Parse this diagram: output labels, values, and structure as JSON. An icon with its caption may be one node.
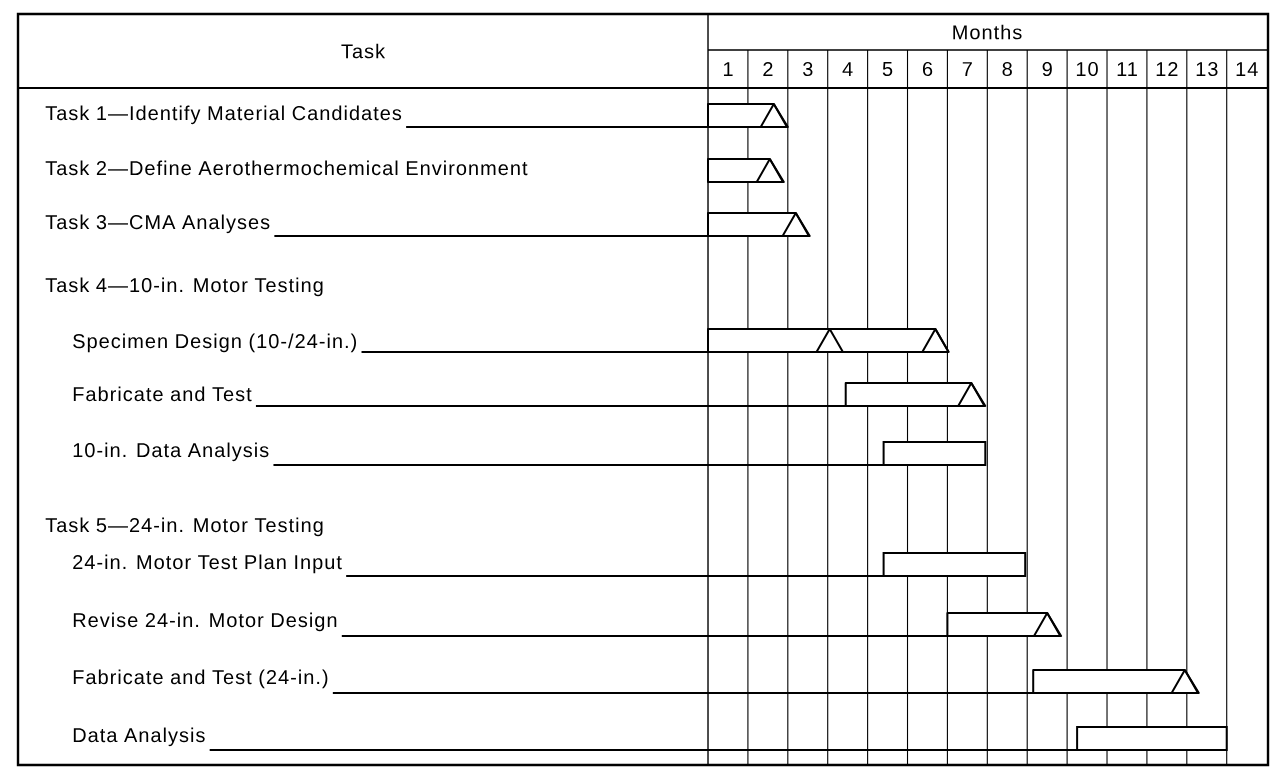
{
  "diagram": {
    "nodes": [
      {
        "text": [
          "Task 1—Identify Material Candidates"
        ]
      },
      {
        "text": [],
        "shape": "bar"
      },
      {
        "text": [
          "Task 2—Define Aerothermochemical Environment"
        ]
      },
      {
        "text": [],
        "shape": "bar"
      },
      {
        "text": [
          "Task 3—CMA Analyses"
        ]
      },
      {
        "text": [],
        "shape": "bar"
      },
      {
        "text": [
          "Specimen Design (10-/24-in.)"
        ]
      },
      {
        "text": [],
        "shape": "bar"
      },
      {
        "text": [
          "Fabricate and Test"
        ]
      },
      {
        "text": [],
        "shape": "bar"
      },
      {
        "text": [
          "10-in. Data Analysis"
        ]
      },
      {
        "text": [],
        "shape": "bar"
      },
      {
        "text": [
          "24-in. Motor Test Plan Input"
        ]
      },
      {
        "text": [],
        "shape": "bar"
      },
      {
        "text": [
          "Revise 24-in. Motor Design"
        ]
      },
      {
        "text": [],
        "shape": "bar"
      },
      {
        "text": [
          "Fabricate and Test (24-in.)"
        ]
      },
      {
        "text": [],
        "shape": "bar"
      },
      {
        "text": [
          "Data Analysis"
        ]
      },
      {
        "text": [],
        "shape": "bar"
      }
    ],
    "edges": [
      {
        "from": 0,
        "to": 1,
        "arrow": "none"
      },
      {
        "from": 4,
        "to": 5,
        "arrow": "none"
      },
      {
        "from": 6,
        "to": 7,
        "arrow": "none"
      },
      {
        "from": 8,
        "to": 9,
        "arrow": "none"
      },
      {
        "from": 10,
        "to": 11,
        "arrow": "none"
      },
      {
        "from": 12,
        "to": 13,
        "arrow": "none"
      },
      {
        "from": 14,
        "to": 15,
        "arrow": "none"
      },
      {
        "from": 16,
        "to": 17,
        "arrow": "none"
      },
      {
        "from": 18,
        "to": 19,
        "arrow": "none"
      }
    ],
    "labels": [
      "Task",
      "Months",
      "1",
      "2",
      "3",
      "4",
      "5",
      "6",
      "7",
      "8",
      "9",
      "10",
      "11",
      "12",
      "13",
      "14",
      "Task 4—10-in. Motor Testing",
      "Task 5—24-in. Motor Testing"
    ]
  }
}
